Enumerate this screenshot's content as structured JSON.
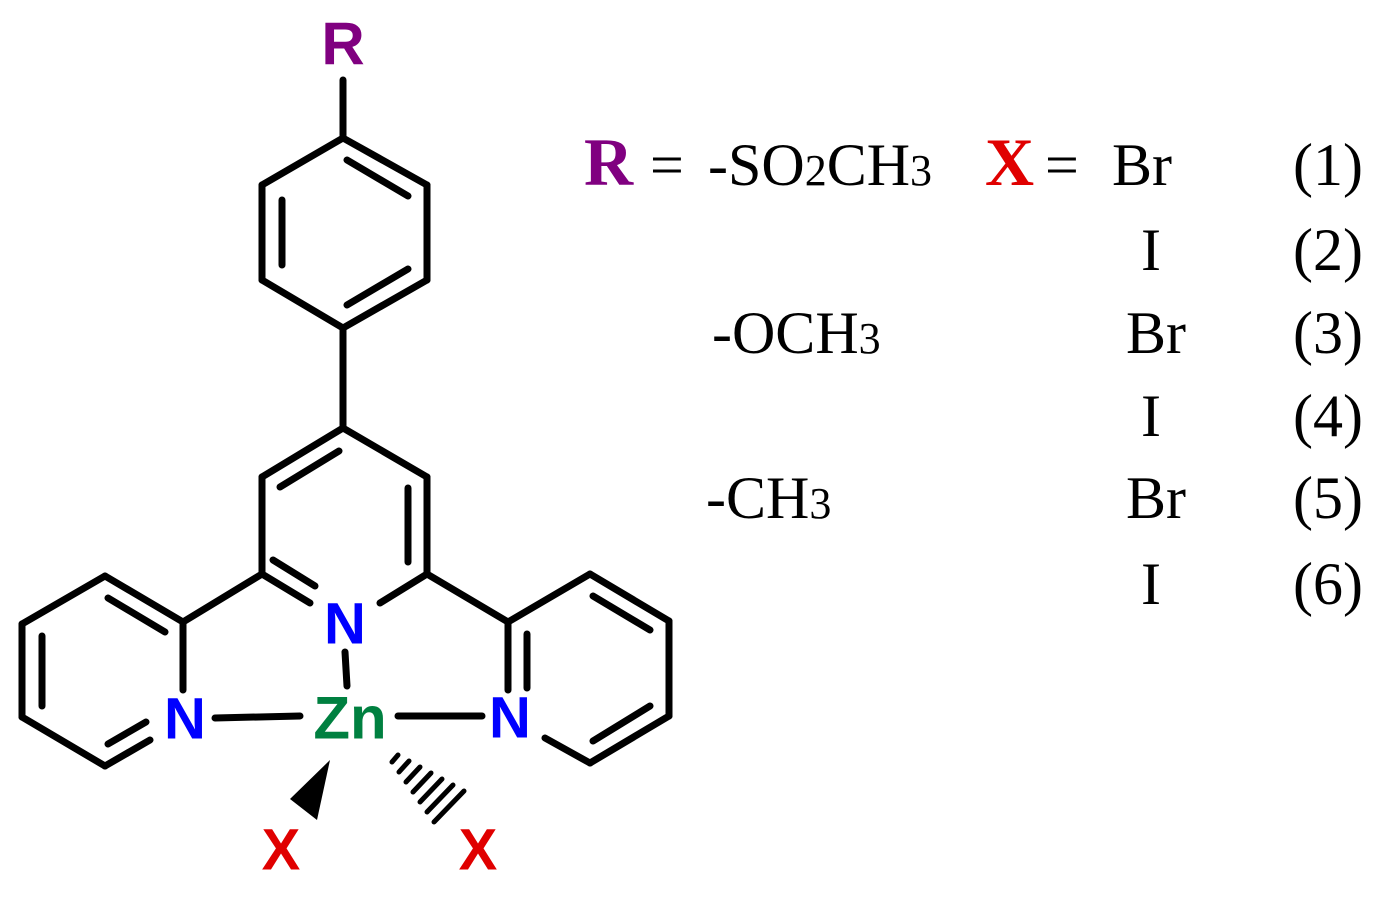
{
  "structure": {
    "atoms": {
      "r_group": "R",
      "n_central": "N",
      "n_left": "N",
      "n_right": "N",
      "metal": "Zn",
      "halide_left": "X",
      "halide_right": "X"
    },
    "colors": {
      "r_group": "#800080",
      "nitrogen": "#0000ff",
      "zinc": "#008040",
      "halide": "#e00000",
      "bond": "#000000"
    }
  },
  "legend": {
    "r_label": "R",
    "x_label": "X",
    "equals": "=",
    "r_first": {
      "prefix": "-SO",
      "sub1": "2",
      "mid": "CH",
      "sub2": "3"
    },
    "r_second": {
      "text": "-OCH",
      "sub": "3"
    },
    "r_third": {
      "text": "-CH",
      "sub": "3"
    },
    "rows": [
      {
        "x": "Br",
        "id": "(1)"
      },
      {
        "x": "I",
        "id": "(2)"
      },
      {
        "x": "Br",
        "id": "(3)"
      },
      {
        "x": "I",
        "id": "(4)"
      },
      {
        "x": "Br",
        "id": "(5)"
      },
      {
        "x": "I",
        "id": "(6)"
      }
    ]
  }
}
